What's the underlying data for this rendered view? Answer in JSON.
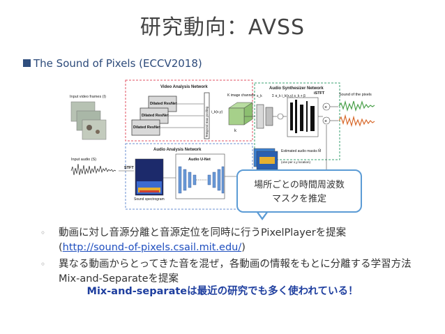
{
  "slide": {
    "title": "研究動向：AVSS",
    "section": "The Sound of Pixels (ECCV2018)"
  },
  "figure": {
    "video_network_label": "Video Analysis Network",
    "audio_analysis_label": "Audio Analysis Network",
    "synth_network_label": "Audio Synthesizer Network",
    "input_frames_label": "Input video frames (I)",
    "input_audio_label": "Input audio (S)",
    "resnet_label": "Dilated ResNet",
    "temporal_pooling_label": "Temporal max pooling",
    "k_image_channels_label": "K image channels",
    "k_label": "k",
    "unet_label": "Audio U-Net",
    "stft_label": "STFT",
    "istft_label": "iSTFT",
    "spectrogram_label": "Sound spectrogram",
    "estimated_masks_label": "Estimated audio masks M̂",
    "masks_sub_label": "(one per x,y location)",
    "sound_of_pixels_label": "Sound of the pixels",
    "formula_label": "Σ α_k i_k(x,y) s_k + β",
    "sk_label": "s_k",
    "sum_symbol": "Σ",
    "times_symbol": "×"
  },
  "callout": {
    "line1": "場所ごとの時間周波数",
    "line2": "マスクを推定"
  },
  "bullets": {
    "marker": "◦",
    "b1_main": "動画に対し音源分離と音源定位を同時に行うPixelPlayerを提案",
    "b1_open": "(",
    "b1_link": "http://sound-of-pixels.csail.mit.edu/",
    "b1_close": ")",
    "b2_main": "異なる動画からとってきた音を混ぜ，各動画の情報をもとに分離する学習方法Mix-and-Separateを提案"
  },
  "highlight": "Mix-and-separateは最近の研究でも多く使われている！",
  "colors": {
    "accent_blue": "#5b9bd5",
    "link_blue": "#1f4fbf",
    "highlight_blue": "#1f3f9f",
    "video_box_red": "#e05060",
    "audio_box_blue": "#6a8fd0",
    "synth_box_green": "#3aa070",
    "waveform_green": "#4aa04a",
    "waveform_orange": "#d8682a"
  }
}
